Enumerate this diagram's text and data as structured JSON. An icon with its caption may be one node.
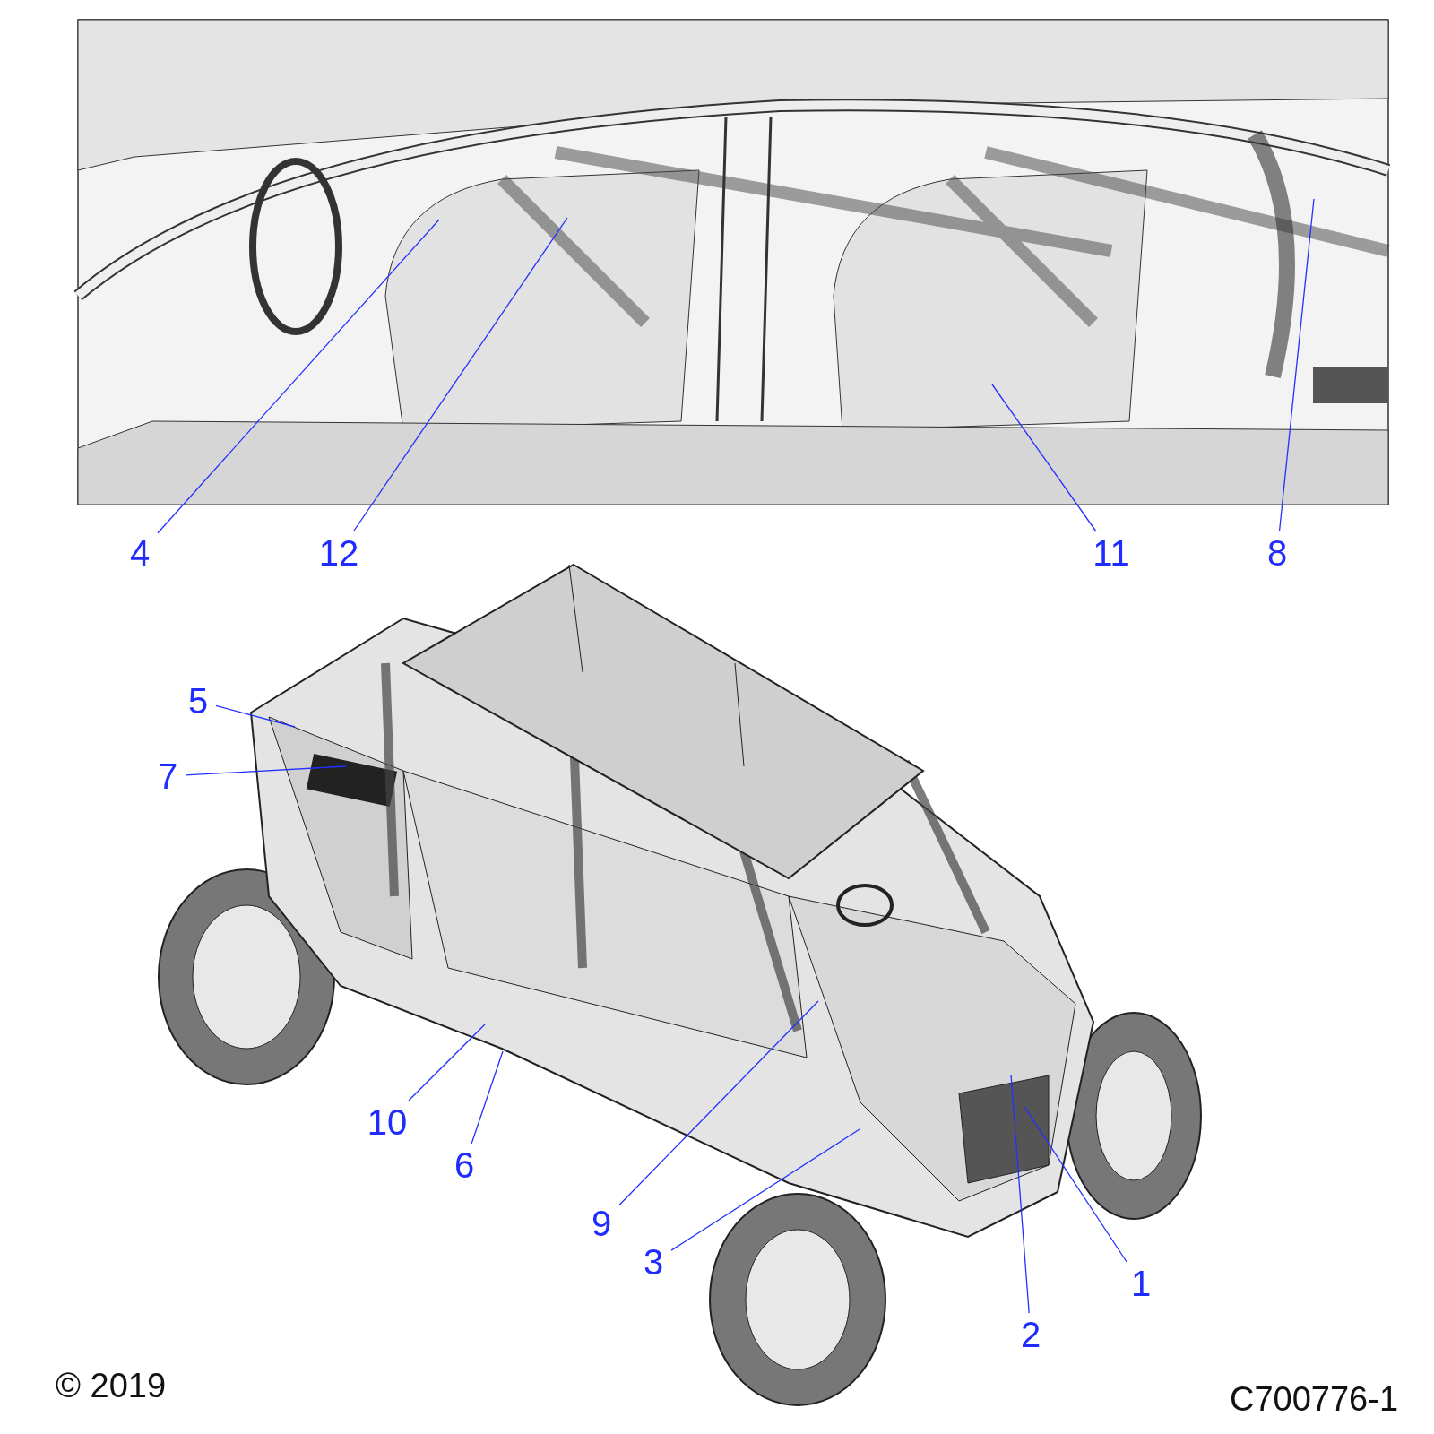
{
  "diagram": {
    "nodes": [
      {
        "text": [
          "4"
        ]
      },
      {
        "text": [
          "12"
        ]
      },
      {
        "text": [
          "11"
        ]
      },
      {
        "text": [
          "8"
        ]
      },
      {
        "text": [
          "5"
        ]
      },
      {
        "text": [
          "7"
        ]
      },
      {
        "text": [
          "10"
        ]
      },
      {
        "text": [
          "6"
        ]
      },
      {
        "text": [
          "9"
        ]
      },
      {
        "text": [
          "3"
        ]
      },
      {
        "text": [
          "1"
        ]
      },
      {
        "text": [
          "2"
        ]
      }
    ],
    "edges": [
      {
        "from": 0,
        "to": null,
        "arrow": "none"
      },
      {
        "from": 1,
        "to": null,
        "arrow": "none"
      },
      {
        "from": 2,
        "to": null,
        "arrow": "none"
      },
      {
        "from": 3,
        "to": null,
        "arrow": "none"
      },
      {
        "from": 4,
        "to": null,
        "arrow": "none"
      },
      {
        "from": 5,
        "to": null,
        "arrow": "none"
      },
      {
        "from": 6,
        "to": null,
        "arrow": "none"
      },
      {
        "from": 7,
        "to": null,
        "arrow": "none"
      },
      {
        "from": 8,
        "to": null,
        "arrow": "none"
      },
      {
        "from": 9,
        "to": null,
        "arrow": "none"
      },
      {
        "from": 10,
        "to": null,
        "arrow": "none"
      },
      {
        "from": 11,
        "to": null,
        "arrow": "none"
      }
    ],
    "labels": [
      "© 2019",
      "C700776-1"
    ]
  }
}
